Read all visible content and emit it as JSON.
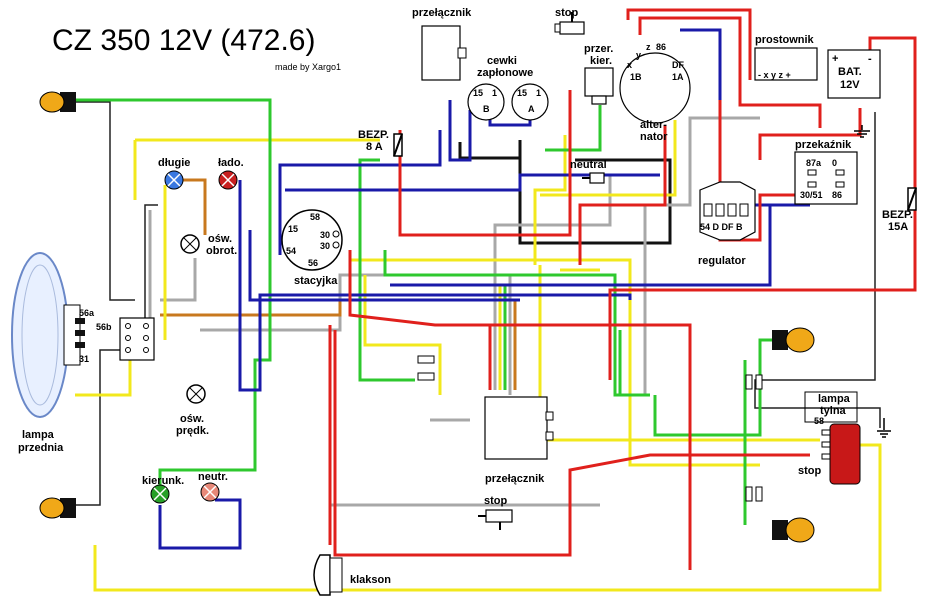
{
  "title": "CZ 350 12V (472.6)",
  "credit": "made by Xargo1",
  "labels": {
    "przelacznik_top": "przełącznik",
    "stop_top": "stop",
    "cewki_1": "cewki",
    "cewki_2": "zapłonowe",
    "cewka_b_15": "15",
    "cewka_b_1": "1",
    "cewka_b": "B",
    "cewka_a_15": "15",
    "cewka_a_1": "1",
    "cewka_a": "A",
    "przer_1": "przer.",
    "przer_2": "kier.",
    "alt_x": "x",
    "alt_y": "y",
    "alt_z": "z",
    "alt_86": "86",
    "alt_1b": "1B",
    "alt_df": "DF",
    "alt_1a": "1A",
    "alt_1": "alter-",
    "alt_2": "nator",
    "prostownik": "prostownik",
    "prost_pins": "- x y z +",
    "bat_plus": "+",
    "bat_minus": "-",
    "bat_1": "BAT.",
    "bat_2": "12V",
    "bezp8_1": "BEZP.",
    "bezp8_2": "8 A",
    "dlugie": "długie",
    "lado": "łado.",
    "osw_obrot_1": "ośw.",
    "osw_obrot_2": "obrot.",
    "stacyjka": "stacyjka",
    "st_58": "58",
    "st_15": "15",
    "st_30a": "30",
    "st_30b": "30",
    "st_54": "54",
    "st_56": "56",
    "neutral": "neutral",
    "przekaznik": "przekaźnik",
    "rel_87a": "87a",
    "rel_0": "0",
    "rel_3051": "30/51",
    "rel_86": "86",
    "regulator": "regulator",
    "reg_pins": "54 D DF B",
    "bezp15_1": "BEZP.",
    "bezp15_2": "15A",
    "t56a": "56a",
    "t56b": "56b",
    "t31": "31",
    "lampa_przednia_1": "lampa",
    "lampa_przednia_2": "przednia",
    "osw_predk_1": "ośw.",
    "osw_predk_2": "prędk.",
    "kierunk": "kierunk.",
    "neutr": "neutr.",
    "przelacznik_mid": "przełącznik",
    "stop_bottom": "stop",
    "klakson": "klakson",
    "lampa_tylna_1": "lampa",
    "lampa_tylna_2": "tylna",
    "lt_58": "58",
    "stop_right": "stop"
  },
  "colors": {
    "red": "#e0201c",
    "green": "#2ec82e",
    "blue": "#1a1aa8",
    "yellow": "#f2e81c",
    "brown": "#c8781e",
    "grey": "#a8a8a8",
    "black": "#111111",
    "amber": "#f0a818"
  },
  "icons": [
    "lamp-bulb-icon",
    "indicator-icon",
    "fuse-icon",
    "ground-icon",
    "headlight-icon",
    "horn-icon"
  ]
}
